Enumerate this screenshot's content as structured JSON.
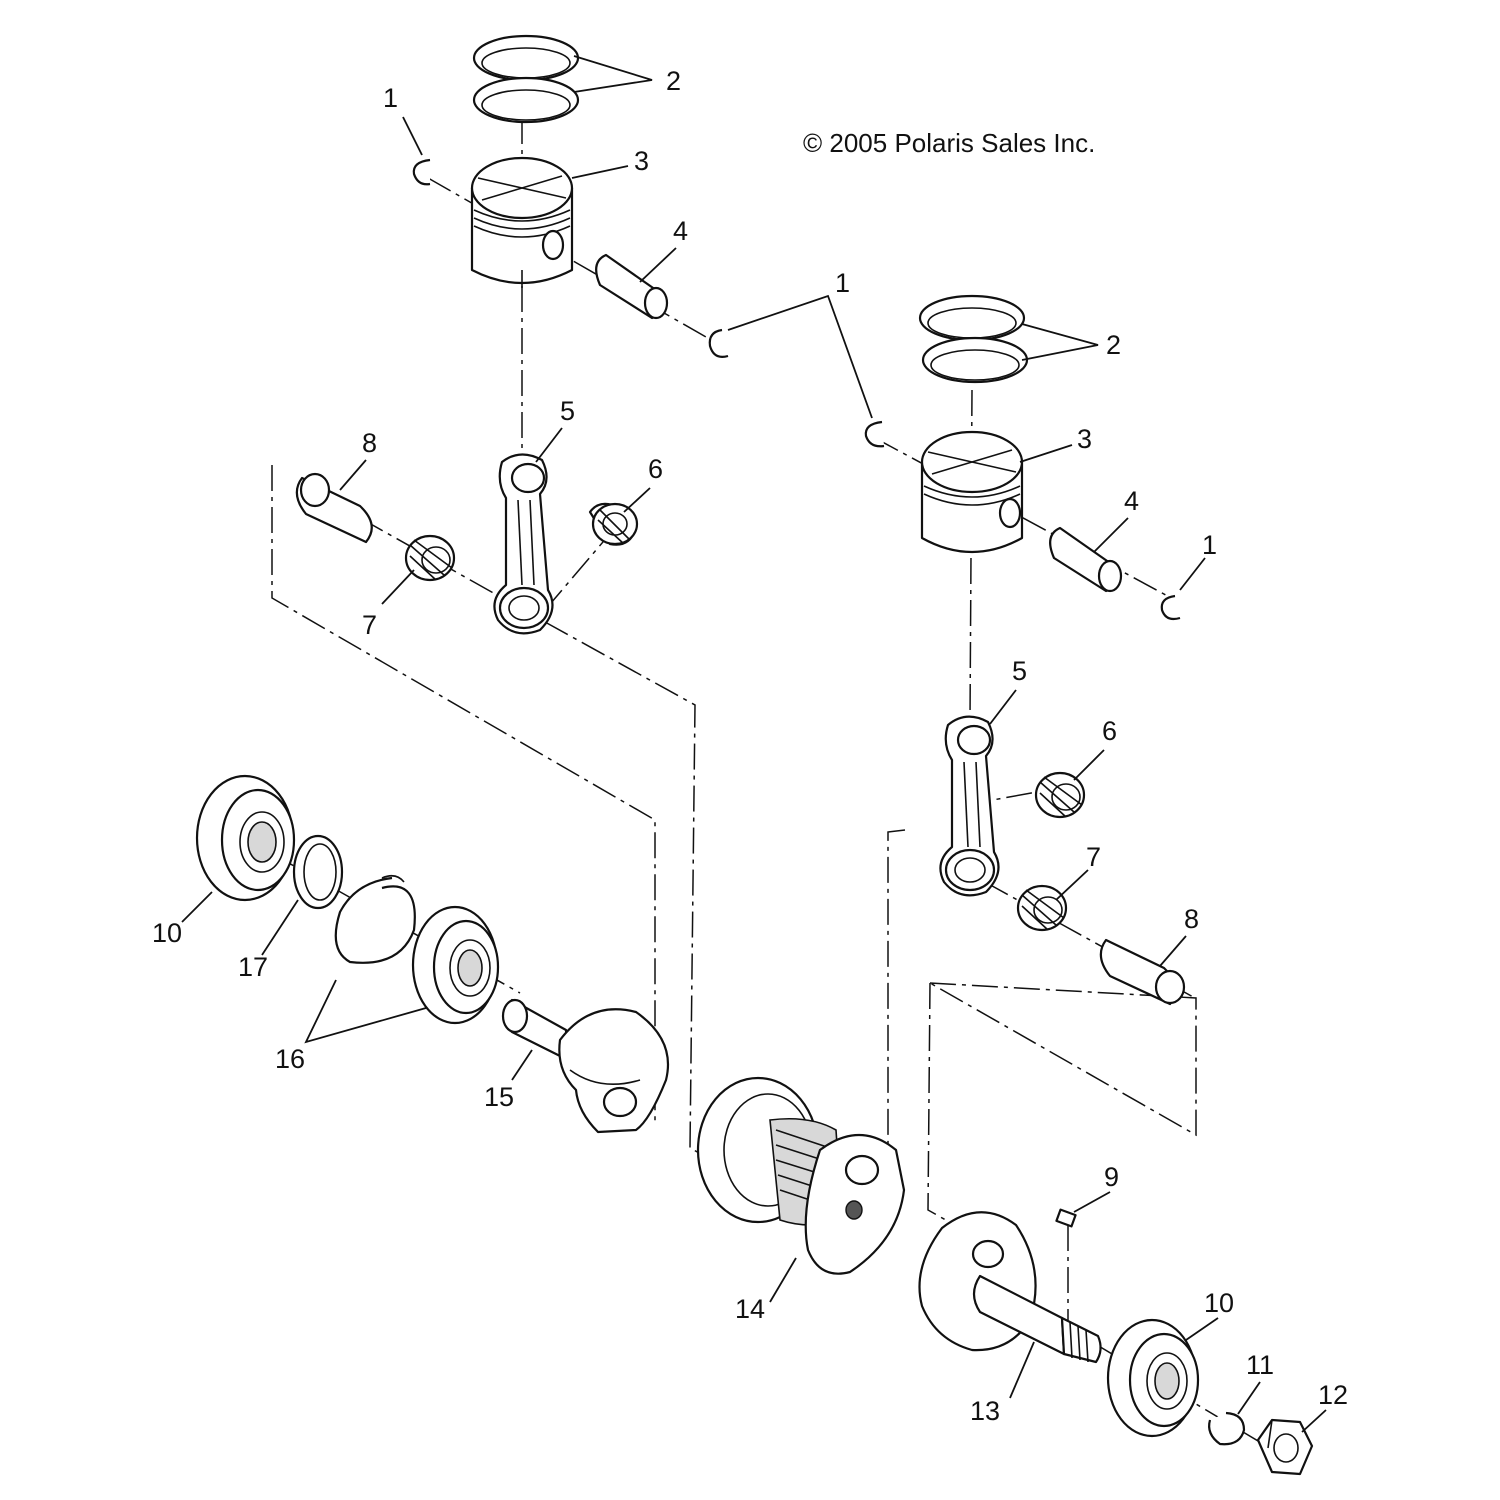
{
  "copyright": "© 2005 Polaris Sales Inc.",
  "parts": [
    {
      "id": "1a",
      "label": "1",
      "name": "circlip"
    },
    {
      "id": "1b",
      "label": "1",
      "name": "circlip"
    },
    {
      "id": "1c",
      "label": "1",
      "name": "circlip"
    },
    {
      "id": "2a",
      "label": "2",
      "name": "piston-rings"
    },
    {
      "id": "2b",
      "label": "2",
      "name": "piston-rings"
    },
    {
      "id": "3a",
      "label": "3",
      "name": "piston"
    },
    {
      "id": "3b",
      "label": "3",
      "name": "piston"
    },
    {
      "id": "4a",
      "label": "4",
      "name": "piston-pin"
    },
    {
      "id": "4b",
      "label": "4",
      "name": "piston-pin"
    },
    {
      "id": "5a",
      "label": "5",
      "name": "connecting-rod"
    },
    {
      "id": "5b",
      "label": "5",
      "name": "connecting-rod"
    },
    {
      "id": "6a",
      "label": "6",
      "name": "needle-bearing"
    },
    {
      "id": "6b",
      "label": "6",
      "name": "needle-bearing"
    },
    {
      "id": "7a",
      "label": "7",
      "name": "needle-bearing"
    },
    {
      "id": "7b",
      "label": "7",
      "name": "needle-bearing"
    },
    {
      "id": "8a",
      "label": "8",
      "name": "crank-pin"
    },
    {
      "id": "8b",
      "label": "8",
      "name": "crank-pin"
    },
    {
      "id": "9",
      "label": "9",
      "name": "woodruff-key"
    },
    {
      "id": "10a",
      "label": "10",
      "name": "ball-bearing"
    },
    {
      "id": "10b",
      "label": "10",
      "name": "ball-bearing"
    },
    {
      "id": "11",
      "label": "11",
      "name": "lock-washer"
    },
    {
      "id": "12",
      "label": "12",
      "name": "nut"
    },
    {
      "id": "13",
      "label": "13",
      "name": "crank-half-pto"
    },
    {
      "id": "14",
      "label": "14",
      "name": "crank-center"
    },
    {
      "id": "15",
      "label": "15",
      "name": "crank-half-mag"
    },
    {
      "id": "16",
      "label": "16",
      "name": "bearing-and-snap-ring"
    },
    {
      "id": "17",
      "label": "17",
      "name": "seal-ring"
    }
  ]
}
